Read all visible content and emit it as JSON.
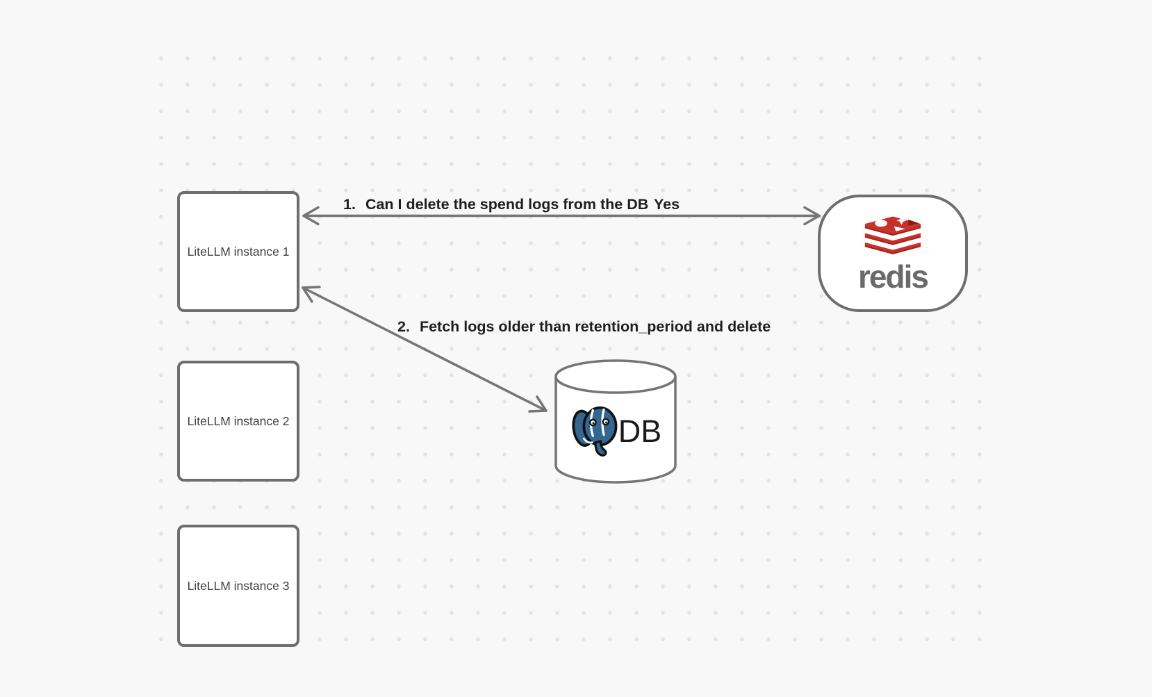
{
  "diagram": {
    "background": "#f8f8f8",
    "dot_color": "#e3e3e3",
    "shape_border_color": "#6e6e6e",
    "arrow_color": "#757575",
    "nodes": {
      "instance1": {
        "label": "LiteLLM instance 1"
      },
      "instance2": {
        "label": "LiteLLM instance 2"
      },
      "instance3": {
        "label": "LiteLLM instance 3"
      },
      "redis": {
        "wordmark": "redis"
      },
      "db": {
        "label": "DB"
      }
    },
    "edges": {
      "edge1": {
        "number": "1.",
        "text": "Can I delete the spend logs from the DB",
        "answer": "Yes",
        "direction": "bidirectional"
      },
      "edge2": {
        "number": "2.",
        "text": "Fetch logs older than retention_period and delete",
        "direction": "bidirectional"
      }
    },
    "colors": {
      "redis_red": "#C6302B",
      "redis_dark_red": "#A41E11",
      "redis_wordmark_gray": "#6a6a6a",
      "postgres_blue": "#336791"
    }
  }
}
